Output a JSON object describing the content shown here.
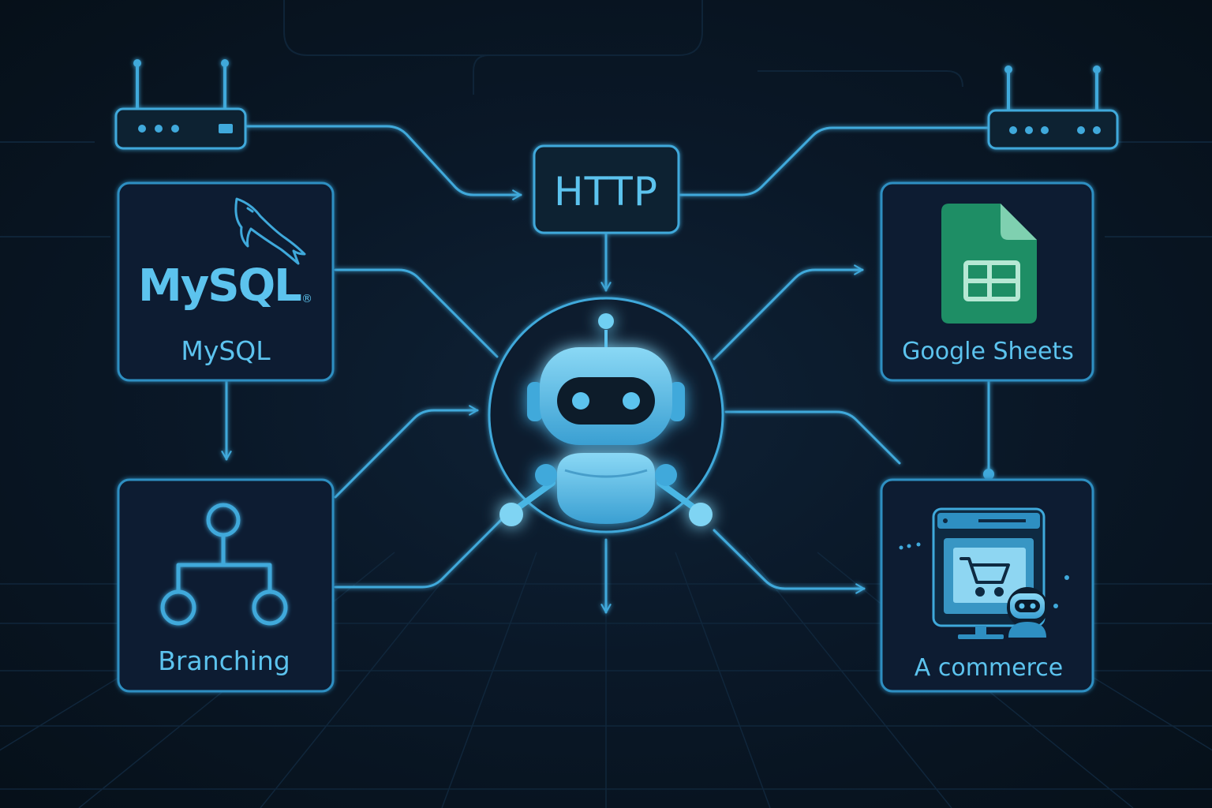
{
  "nodes": {
    "http": {
      "label": "HTTP"
    },
    "mysql": {
      "label": "MySQL",
      "logo_text": "MySQL",
      "logo_mark": "®"
    },
    "branching": {
      "label": "Branching"
    },
    "google_sheets": {
      "label": "Google Sheets"
    },
    "commerce": {
      "label": "A commerce"
    }
  },
  "icons": {
    "router_left": "router-icon",
    "router_right": "router-icon",
    "dolphin": "dolphin-icon",
    "spreadsheet": "spreadsheet-icon",
    "branching": "branch-tree-icon",
    "shop": "shopping-cart-icon",
    "robot": "robot-icon"
  },
  "colors": {
    "background": "#07121f",
    "accent": "#3fa9db",
    "text": "#5cc3ee",
    "sheets_green": "#1e8e65",
    "sheets_fold": "#7fd0b0"
  }
}
